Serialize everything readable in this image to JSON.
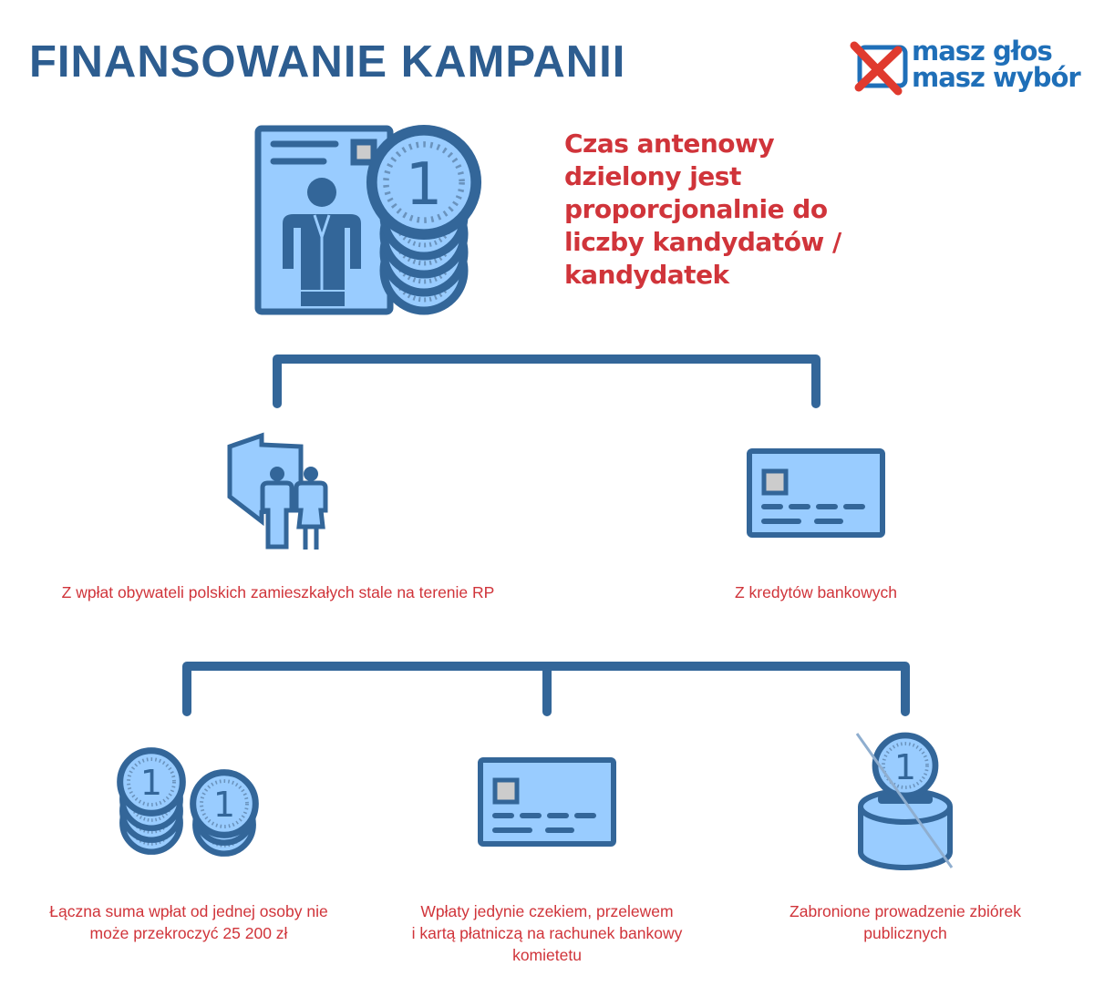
{
  "title": "FINANSOWANIE KAMPANII",
  "logo": {
    "line1": "masz głos",
    "line2": "masz wybór"
  },
  "lead_text": "Czas antenowy dzielony jest proporcjonalnie do liczby kandydatów / kandydatek",
  "sources": [
    {
      "label": "Z wpłat obywateli polskich zamieszkałych stale na terenie RP",
      "icon": "citizens-icon"
    },
    {
      "label": "Z kredytów bankowych",
      "icon": "credit-card-icon"
    }
  ],
  "rules": [
    {
      "label_lines": [
        "Łączna suma wpłat od jednej osoby nie",
        "może przekroczyć 25 200 zł"
      ],
      "icon": "coins-icon"
    },
    {
      "label_lines": [
        "Wpłaty jedynie czekiem, przelewem",
        "i kartą płatniczą na rachunek bankowy",
        "komietetu"
      ],
      "icon": "credit-card-icon"
    },
    {
      "label_lines": [
        "Zabronione prowadzenie zbiórek",
        "publicznych"
      ],
      "icon": "no-collection-box-icon"
    }
  ],
  "coin_digit": "1",
  "colors": {
    "dark": "#336699",
    "light": "#99ccff",
    "red": "#d0343a",
    "title": "#2d5d90"
  }
}
